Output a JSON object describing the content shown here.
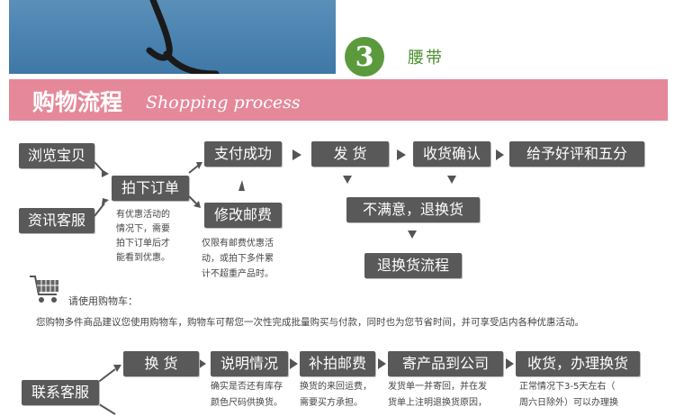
{
  "product": {
    "step_number": "3",
    "step_label": "腰带"
  },
  "banner": {
    "title": "购物流程",
    "subtitle": "Shopping process"
  },
  "shopping_flow": {
    "browse": "浏览宝贝",
    "consult": "资讯客服",
    "place_order": "拍下订单",
    "order_note": [
      "有优惠活动的",
      "情况下，需要",
      "拍下订单后才",
      "能看到优惠。"
    ],
    "pay": "支付成功",
    "modify_postage": "修改邮费",
    "postage_note": [
      "仅限有邮费优惠活",
      "动，或拍下多件累",
      "计不超重产品时。"
    ],
    "ship": "发  货",
    "confirm": "收货确认",
    "review": "给予好评和五分",
    "unsatisfied": "不满意，退换货",
    "return_flow": "退换货流程"
  },
  "cart": {
    "hint": "请使用购物车：",
    "description": "您购物多件商品建议您使用购物车，购物车可帮您一次性完成批量购买与付款，同时也为您节省时间，并可享受店内各种优惠活动。"
  },
  "exchange_flow": {
    "contact": "联系客服",
    "exchange": "换  货",
    "explain": "说明情况",
    "explain_note": [
      "确实是否还有库存",
      "颜色尺码供换货。"
    ],
    "postage": "补拍邮费",
    "postage_note": [
      "换货的来回运费，",
      "需要买方承担。"
    ],
    "send_back": "寄产品到公司",
    "send_note": [
      "发货单一并寄回，并在发",
      "货单上注明退换货原因，"
    ],
    "receive": "收货，办理换货",
    "receive_note": [
      "正常情况下3-5天左右（",
      "周六日除外）可以办理换"
    ]
  },
  "colors": {
    "banner": "#e5899a",
    "box": "#595959",
    "step_circle": "#5b9a3c",
    "step_label": "#4d8f2f"
  }
}
